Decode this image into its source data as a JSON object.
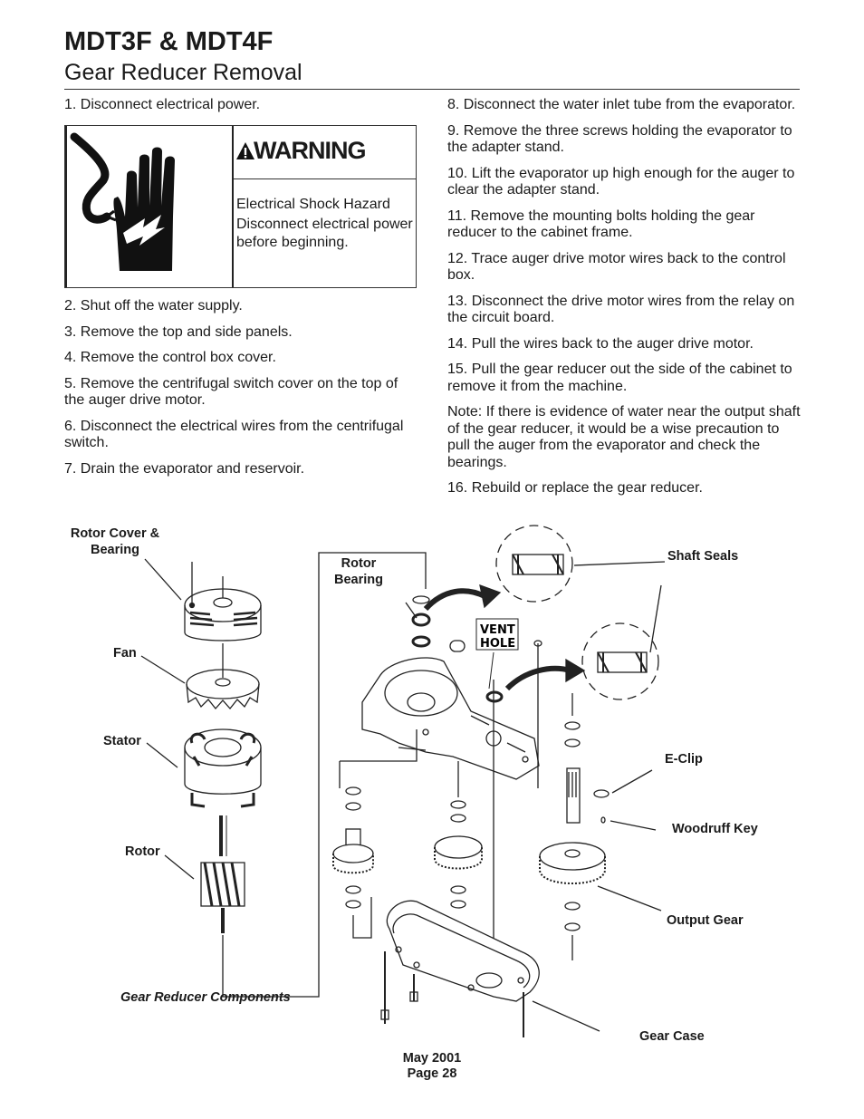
{
  "header": {
    "title": "MDT3F & MDT4F",
    "subtitle": "Gear Reducer Removal"
  },
  "steps_left_top": [
    "1. Disconnect electrical power."
  ],
  "warning": {
    "word": "WARNING",
    "line1": "Electrical Shock Hazard",
    "line2": "Disconnect electrical power before beginning."
  },
  "steps_left": [
    "2. Shut off the water supply.",
    "3. Remove the top and side panels.",
    "4. Remove the control box cover.",
    "5. Remove the centrifugal switch cover on the top of the auger drive motor.",
    "6. Disconnect the electrical wires from the centrifugal switch.",
    "7. Drain the evaporator and reservoir."
  ],
  "steps_right": [
    "8. Disconnect the water inlet tube from the evaporator.",
    "9. Remove the three screws holding the evaporator to the adapter stand.",
    "10. Lift the evaporator up high enough for the auger to clear the adapter stand.",
    "11. Remove the mounting bolts holding the gear reducer to the cabinet frame.",
    "12. Trace auger drive motor wires back to the control box.",
    "13. Disconnect the drive motor wires from the relay on the circuit board.",
    "14. Pull the wires back to the auger drive motor.",
    "15. Pull the gear reducer out the side of the cabinet to remove it from the machine.",
    "Note: If there is evidence of water near the output shaft of the gear reducer, it would be a wise precaution to pull the auger from the evaporator and check the bearings.",
    "16. Rebuild or replace the gear reducer."
  ],
  "diagram": {
    "labels": {
      "rotor_cover": "Rotor Cover & Bearing",
      "rotor_bearing": "Rotor Bearing",
      "shaft_seals": "Shaft Seals",
      "vent_hole_1": "VENT",
      "vent_hole_2": "HOLE",
      "fan": "Fan",
      "stator": "Stator",
      "e_clip": "E-Clip",
      "woodruff_key": "Woodruff Key",
      "rotor": "Rotor",
      "output_gear": "Output Gear",
      "gear_case": "Gear Case"
    },
    "caption": "Gear Reducer Components"
  },
  "footer": {
    "date": "May 2001",
    "page": "Page 28"
  }
}
